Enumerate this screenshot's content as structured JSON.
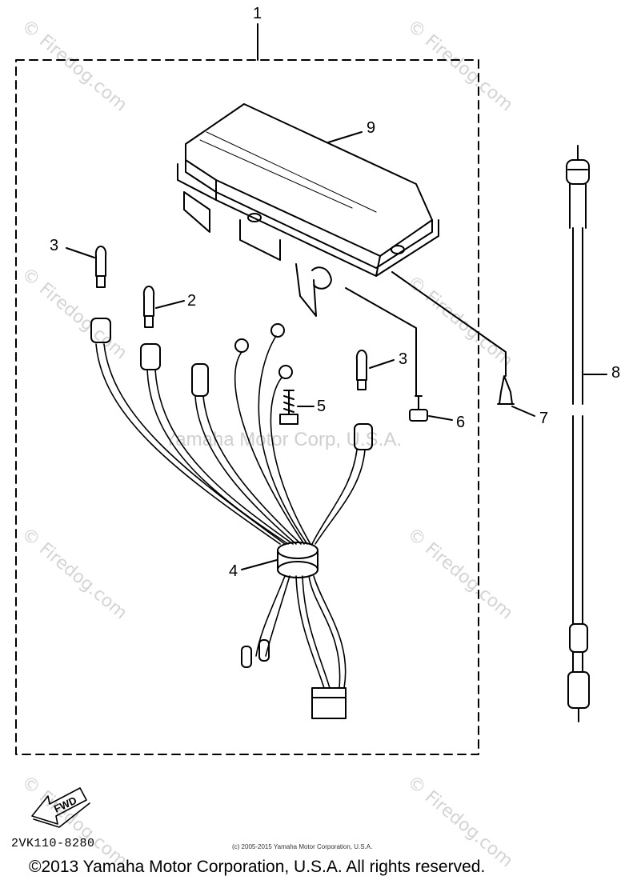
{
  "callouts": {
    "c1": "1",
    "c2": "2",
    "c3a": "3",
    "c3b": "3",
    "c4": "4",
    "c5": "5",
    "c6": "6",
    "c7": "7",
    "c8": "8",
    "c9": "9"
  },
  "fwd_label": "FWD",
  "watermark_site": "© Firedog.com",
  "watermark_corp": "Yamaha Motor Corp, U.S.A.",
  "part_code": "2VK110-8280",
  "small_copyright": "(c) 2005-2015 Yamaha Motor Corporation, U.S.A.",
  "footer_copyright": "©2013 Yamaha Motor Corporation, U.S.A. All rights reserved."
}
